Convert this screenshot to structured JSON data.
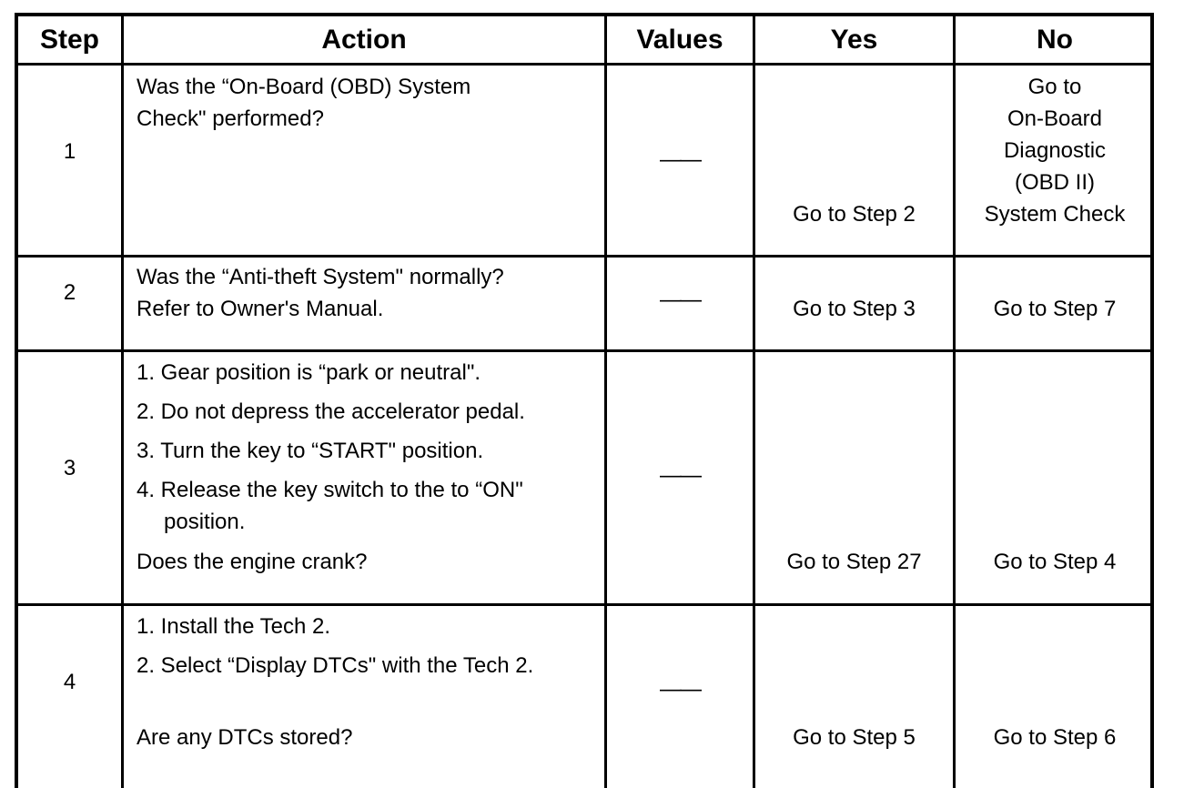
{
  "headers": {
    "step": "Step",
    "action": "Action",
    "values": "Values",
    "yes": "Yes",
    "no": "No"
  },
  "rows": [
    {
      "step": "1",
      "action_lines": [
        "Was the “On-Board (OBD) System",
        "Check\" performed?"
      ],
      "values": "——",
      "yes": "Go to Step 2",
      "no_lines": [
        "Go to",
        "On-Board",
        "Diagnostic",
        "(OBD II)",
        "System Check"
      ]
    },
    {
      "step": "2",
      "action_lines": [
        "Was the “Anti-theft System\" normally?",
        "Refer to Owner's Manual."
      ],
      "values": "——",
      "yes": "Go to Step 3",
      "no": "Go to Step 7"
    },
    {
      "step": "3",
      "action_items": [
        "1. Gear position is “park or neutral\".",
        "2. Do not depress the accelerator pedal.",
        "3. Turn the key to “START\" position.",
        "4. Release the key switch to the to “ON\" position."
      ],
      "question": "Does the engine crank?",
      "values": "——",
      "yes": "Go to Step 27",
      "no": "Go to Step 4"
    },
    {
      "step": "4",
      "action_items": [
        "1. Install the Tech 2.",
        "2. Select “Display DTCs\" with the Tech 2."
      ],
      "question": "Are any DTCs stored?",
      "values": "——",
      "yes": "Go to Step 5",
      "no": "Go to Step 6"
    }
  ]
}
